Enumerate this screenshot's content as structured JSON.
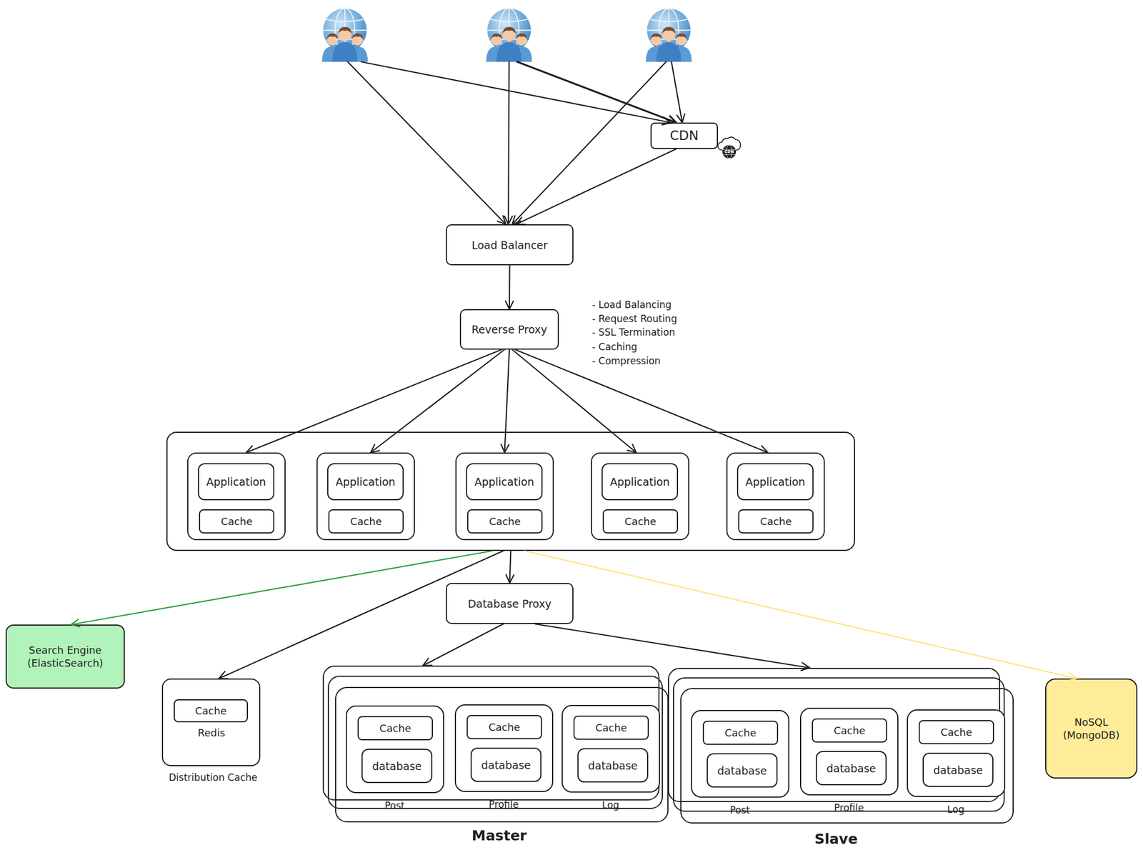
{
  "diagram": {
    "nodes": [
      {
        "text": []
      },
      {
        "text": []
      },
      {
        "text": []
      },
      {
        "text": [
          "CDN"
        ]
      },
      {
        "text": [
          "Load Balancer"
        ]
      },
      {
        "text": [
          "Reverse Proxy"
        ]
      },
      {
        "text": []
      },
      {
        "text": [],
        "in": 6
      },
      {
        "text": [
          "Application"
        ],
        "in": 7
      },
      {
        "text": [
          "Cache"
        ],
        "in": 7
      },
      {
        "text": [],
        "in": 6
      },
      {
        "text": [
          "Application"
        ],
        "in": 10
      },
      {
        "text": [
          "Cache"
        ],
        "in": 10
      },
      {
        "text": [],
        "in": 6
      },
      {
        "text": [
          "Application"
        ],
        "in": 13
      },
      {
        "text": [
          "Cache"
        ],
        "in": 13
      },
      {
        "text": [],
        "in": 6
      },
      {
        "text": [
          "Application"
        ],
        "in": 16
      },
      {
        "text": [
          "Cache"
        ],
        "in": 16
      },
      {
        "text": [],
        "in": 6
      },
      {
        "text": [
          "Application"
        ],
        "in": 19
      },
      {
        "text": [
          "Cache"
        ],
        "in": 19
      },
      {
        "text": [
          "Database Proxy"
        ]
      },
      {
        "text": [
          "Search Engine (ElasticSearch)"
        ]
      },
      {
        "text": [
          "Redis",
          "Distribution Cache"
        ]
      },
      {
        "text": [
          "Cache"
        ],
        "in": 24
      },
      {
        "text": [
          "Master"
        ]
      },
      {
        "text": [
          "Post"
        ],
        "in": 26
      },
      {
        "text": [
          "Cache"
        ],
        "in": 27
      },
      {
        "text": [
          "database"
        ],
        "in": 27
      },
      {
        "text": [
          "Profile"
        ],
        "in": 26
      },
      {
        "text": [
          "Cache"
        ],
        "in": 30
      },
      {
        "text": [
          "database"
        ],
        "in": 30
      },
      {
        "text": [
          "Log"
        ],
        "in": 26
      },
      {
        "text": [
          "Cache"
        ],
        "in": 33
      },
      {
        "text": [
          "database"
        ],
        "in": 33
      },
      {
        "text": [
          "Slave"
        ]
      },
      {
        "text": [
          "Post"
        ],
        "in": 36
      },
      {
        "text": [
          "Cache"
        ],
        "in": 37
      },
      {
        "text": [
          "database"
        ],
        "in": 37
      },
      {
        "text": [
          "Profile"
        ],
        "in": 36
      },
      {
        "text": [
          "Cache"
        ],
        "in": 40
      },
      {
        "text": [
          "database"
        ],
        "in": 40
      },
      {
        "text": [
          "Log"
        ],
        "in": 36
      },
      {
        "text": [
          "Cache"
        ],
        "in": 43
      },
      {
        "text": [
          "database"
        ],
        "in": 43
      },
      {
        "text": [
          "NoSQL (MongoDB)"
        ]
      }
    ],
    "edges": [
      {
        "from": 0,
        "to": 4,
        "arrow": "to"
      },
      {
        "from": 0,
        "to": 3,
        "arrow": "to"
      },
      {
        "from": 1,
        "to": 4,
        "arrow": "to"
      },
      {
        "from": 1,
        "to": 3,
        "arrow": "to"
      },
      {
        "from": 2,
        "to": 4,
        "arrow": "to"
      },
      {
        "from": 2,
        "to": 3,
        "arrow": "to"
      },
      {
        "from": 3,
        "to": 4,
        "arrow": "to"
      },
      {
        "from": 4,
        "to": 5,
        "arrow": "to"
      },
      {
        "from": 5,
        "to": 7,
        "arrow": "to"
      },
      {
        "from": 5,
        "to": 10,
        "arrow": "to"
      },
      {
        "from": 5,
        "to": 13,
        "arrow": "to"
      },
      {
        "from": 5,
        "to": 16,
        "arrow": "to"
      },
      {
        "from": 5,
        "to": 19,
        "arrow": "to"
      },
      {
        "from": 6,
        "to": 22,
        "arrow": "to"
      },
      {
        "from": 6,
        "to": 23,
        "arrow": "to"
      },
      {
        "from": 6,
        "to": 24,
        "arrow": "to"
      },
      {
        "from": 6,
        "to": 46,
        "arrow": "to"
      },
      {
        "from": 22,
        "to": 26,
        "arrow": "to"
      },
      {
        "from": 22,
        "to": 36,
        "arrow": "to"
      }
    ],
    "labels": [
      "- Load Balancing",
      "- Request Routing",
      "- SSL Termination",
      "- Caching",
      "- Compression",
      "CDN"
    ]
  }
}
